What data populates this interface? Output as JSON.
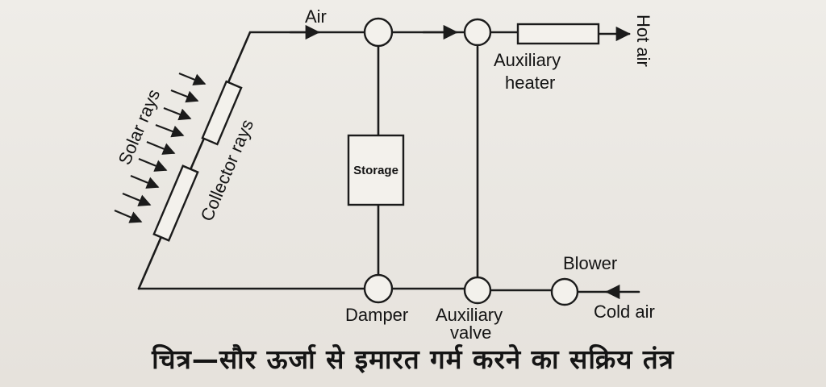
{
  "labels": {
    "air": "Air",
    "hot_air": "Hot air",
    "auxiliary_heater_line1": "Auxiliary",
    "auxiliary_heater_line2": "heater",
    "solar_rays": "Solar rays",
    "collector_rays": "Collector rays",
    "storage": "Storage",
    "blower": "Blower",
    "damper": "Damper",
    "auxiliary_valve_line1": "Auxiliary",
    "auxiliary_valve_line2": "valve",
    "cold_air": "Cold air"
  },
  "caption": "चित्र—सौर ऊर्जा से इमारत गर्म करने का सक्रिय तंत्र"
}
